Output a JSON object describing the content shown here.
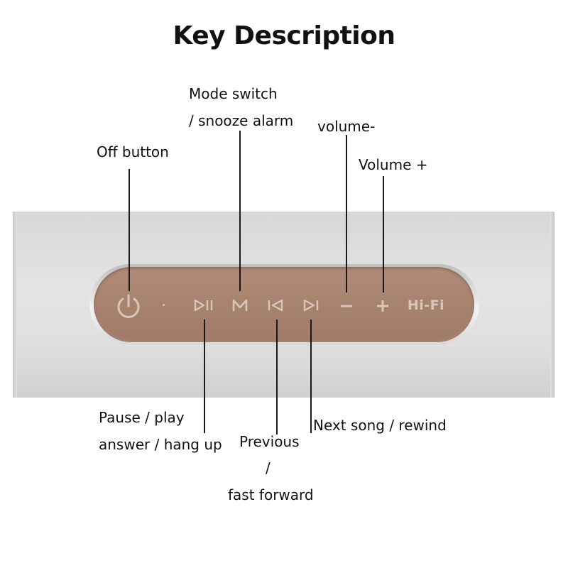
{
  "title": "Key Description",
  "labels": {
    "off_button": "Off button",
    "mode_switch_1": "Mode switch",
    "mode_switch_2": "/ snooze alarm",
    "volume_minus": "volume-",
    "volume_plus": "Volume +",
    "pause_play_1": "Pause / play",
    "pause_play_2": "answer / hang up",
    "previous_1": "Previous",
    "previous_2": "/",
    "previous_3": "fast forward",
    "next_song": "Next song / rewind"
  },
  "keys": {
    "play_pause_glyph": "▶‖",
    "mode_glyph": "M",
    "previous_glyph": "|◁",
    "next_glyph": "▷|",
    "minus_glyph": "−",
    "plus_glyph": "+",
    "hifi_text": "Hi-Fi"
  },
  "colors": {
    "panel": "#a88370",
    "key_glyph": "#d9c6b9",
    "device_body": "#e0e0e0",
    "leader_line": "#1a1a1a"
  }
}
